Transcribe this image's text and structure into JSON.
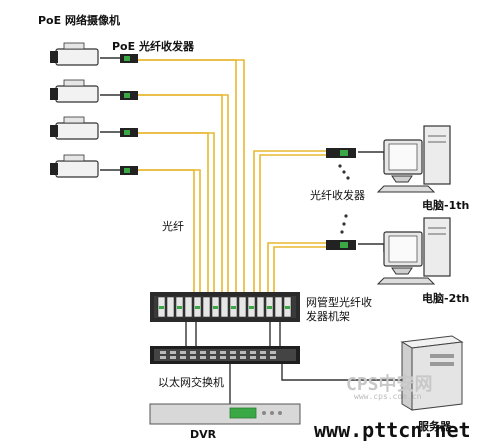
{
  "labels": {
    "poe_camera": "PoE 网络摄像机",
    "poe_transceiver": "PoE 光纤收发器",
    "fiber": "光纤",
    "transceiver": "光纤收发器",
    "pc1": "电脑-1th",
    "pc2": "电脑-2th",
    "rack": "网管型光纤收发器机架",
    "switch": "以太网交换机",
    "dvr": "DVR",
    "server": "服务器"
  },
  "watermark": {
    "logo": "CPS中安网",
    "site_small": "www.cps.com.cn",
    "site_big": "www.pttcn.net"
  },
  "colors": {
    "fiber": "#e8b830",
    "cable": "#333333",
    "device_gray": "#d8d8d8",
    "rack_dark": "#2a2a2a",
    "transceiver_green": "#39a845"
  }
}
